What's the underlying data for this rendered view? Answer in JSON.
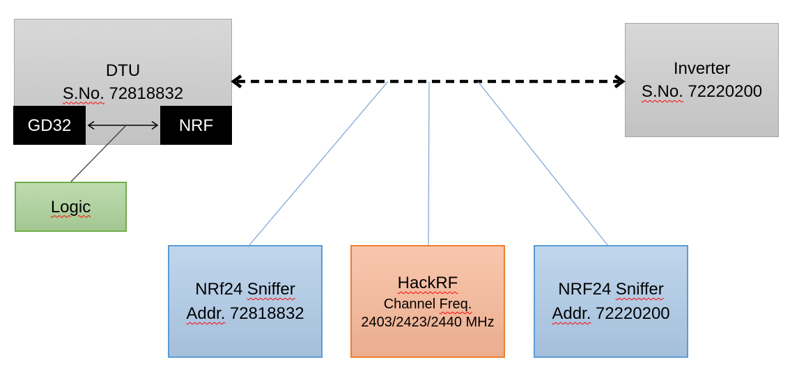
{
  "diagram": {
    "dtu": {
      "title": "DTU",
      "serial_label": "S.No.",
      "serial_number": "72818832"
    },
    "gd32": {
      "label": "GD32"
    },
    "nrf": {
      "label": "NRF"
    },
    "logic": {
      "label": "Logic"
    },
    "inverter": {
      "title": "Inverter",
      "serial_label": "S.No.",
      "serial_number": "72220200"
    },
    "sniffer_left": {
      "name": "NRf24",
      "type_word": "Sniffer",
      "addr_label": "Addr.",
      "addr_value": "72818832"
    },
    "hackrf": {
      "title": "HackRF",
      "freq_label_word1": "Channel",
      "freq_label_word2": "Freq.",
      "frequencies": "2403/2423/2440 MHz"
    },
    "sniffer_right": {
      "name": "NRF24",
      "type_word": "Sniffer",
      "addr_label": "Addr.",
      "addr_value": "72220200"
    },
    "colors": {
      "box_gray_fill": "#CDCDCD",
      "box_gray_border": "#A6A6A6",
      "box_black_fill": "#000000",
      "box_green_fill": "#ACD29A",
      "box_green_border": "#70AD47",
      "box_blue_fill": "#AECAE7",
      "box_blue_border": "#5B9BD5",
      "box_orange_fill": "#F7B797",
      "box_orange_border": "#ED7D31",
      "connector_blue": "#78A3D6",
      "arrow_black": "#000000",
      "spellcheck_red": "#FF0000"
    }
  }
}
